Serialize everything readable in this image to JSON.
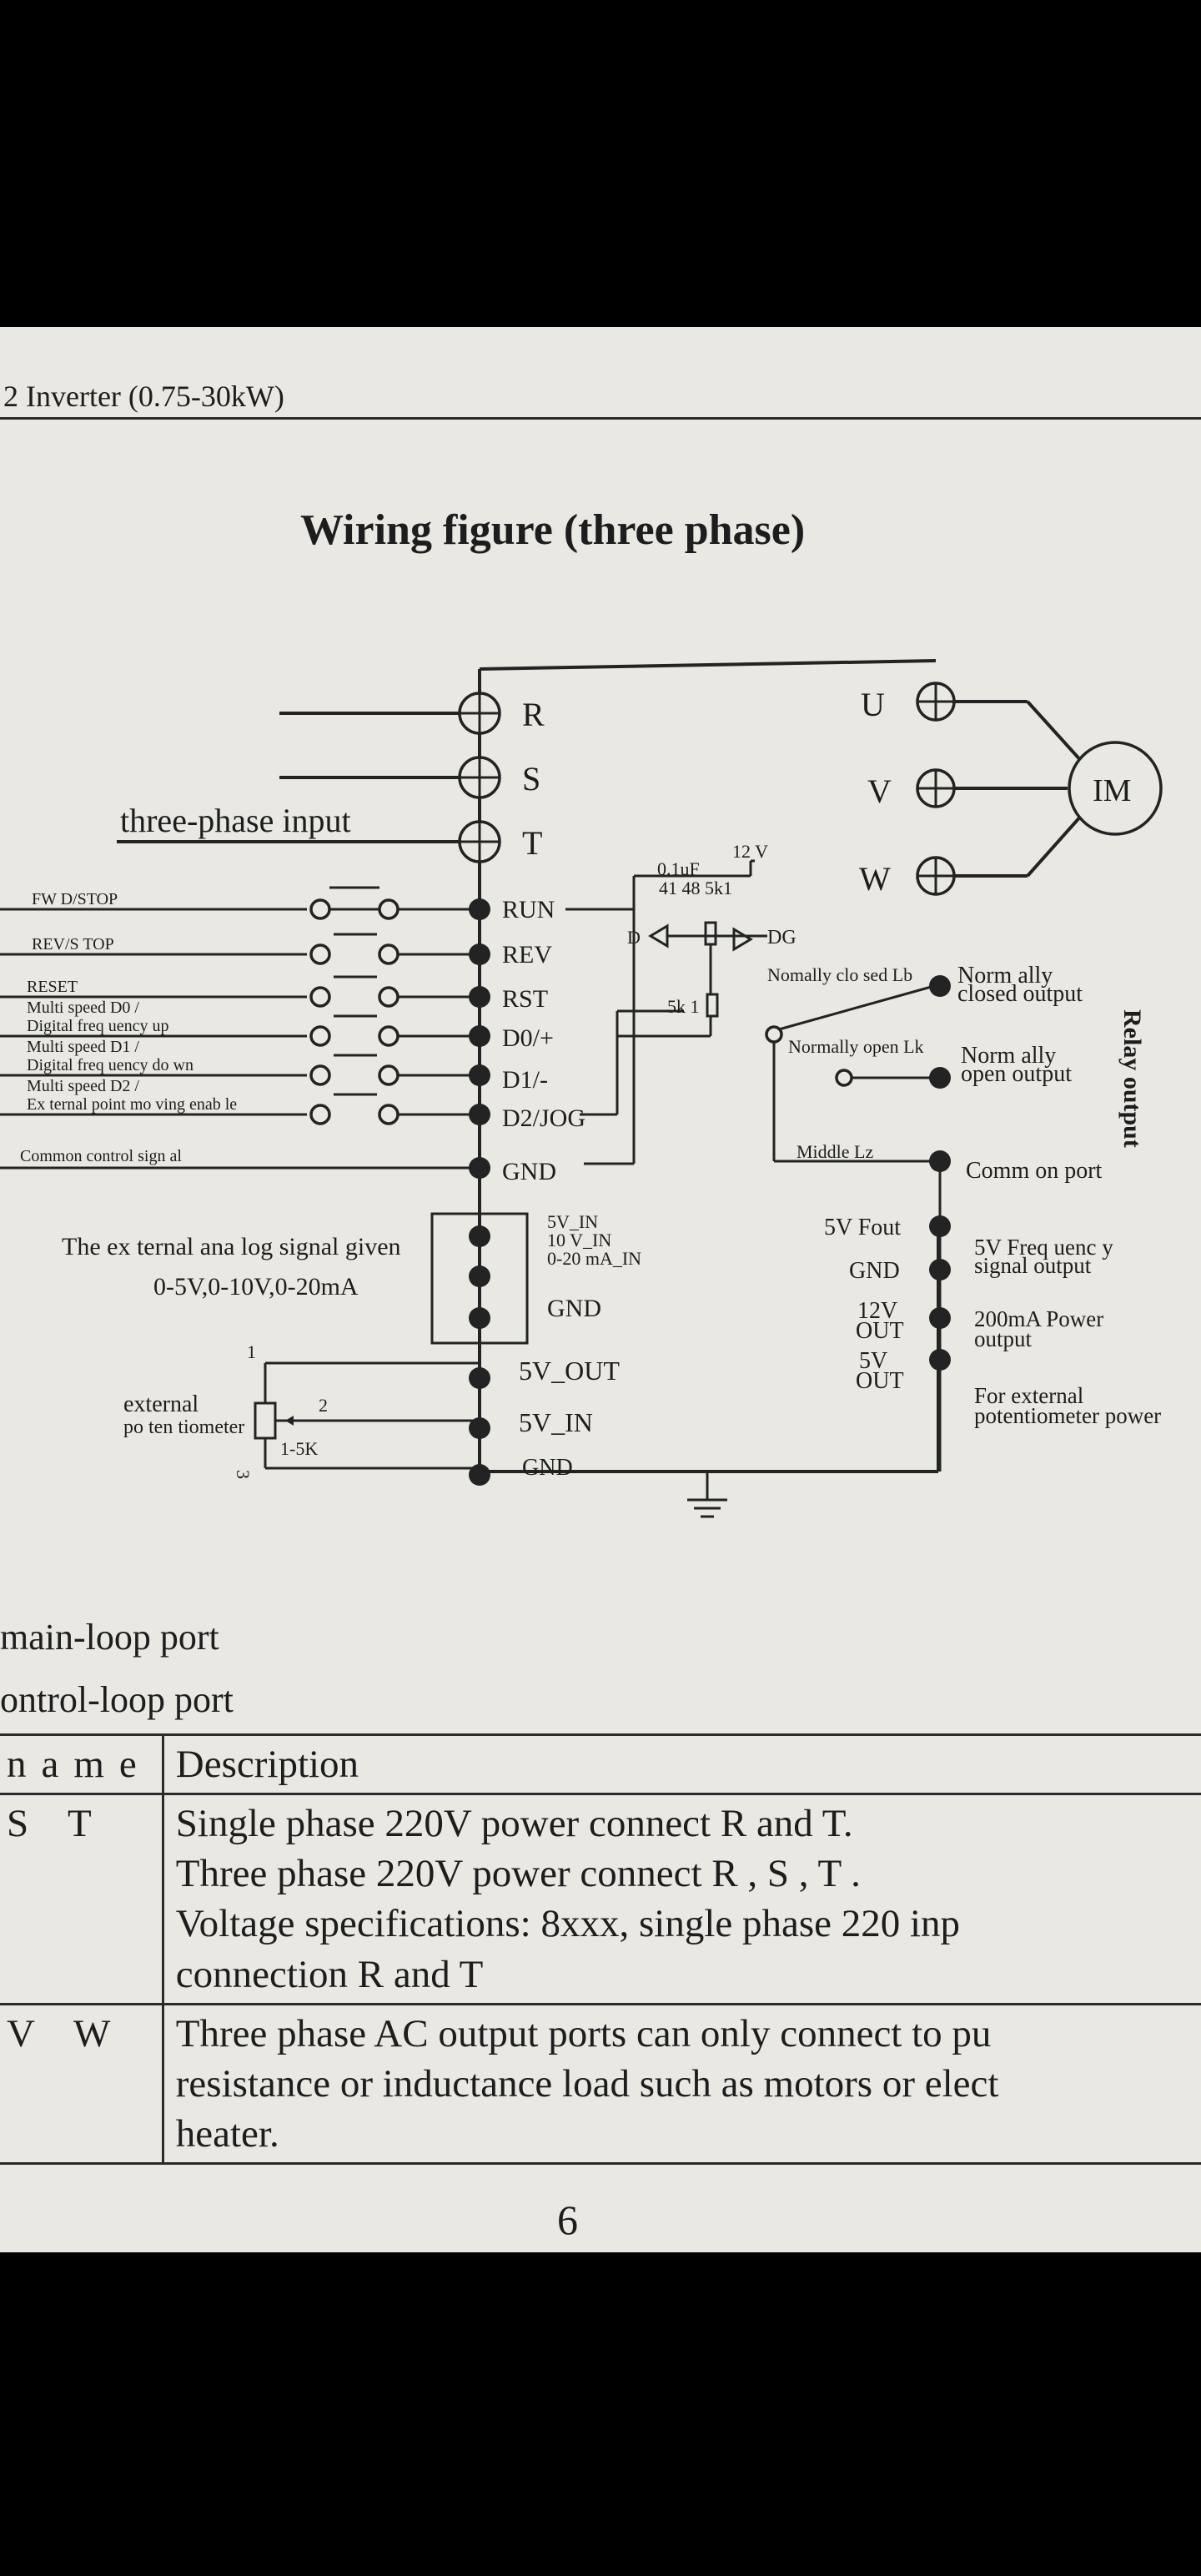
{
  "page": {
    "header": "2 Inverter (0.75-30kW)",
    "number": "6"
  },
  "diagram": {
    "title": "Wiring figure (three phase)",
    "input_label": "three-phase input",
    "inputs": [
      "R",
      "S",
      "T"
    ],
    "outputs": [
      "U",
      "V",
      "W"
    ],
    "motor": "IM",
    "control_labels": {
      "fwd": "FW D/STOP",
      "rev": "REV/S TOP",
      "reset": "RESET",
      "d0_a": "Multi speed D0 /",
      "d0_b": "Digital freq uency  up",
      "d1_a": "Multi speed D1 /",
      "d1_b": "Digital freq uency  do wn",
      "d2_a": "Multi speed D2 /",
      "d2_b": "Ex ternal point mo ving enab le",
      "common": "Common control sign al"
    },
    "control_terminals": [
      "RUN",
      "REV",
      "RST",
      "D0/+",
      "D1/-",
      "D2/JOG",
      "GND"
    ],
    "analog_label": "The ex ternal ana log signal given",
    "analog_range": "0-5V,0-10V,0-20mA",
    "analog_terminals": [
      "5V_IN",
      "10 V_IN",
      "0-20 mA_IN",
      "GND"
    ],
    "pot_label_a": "external",
    "pot_label_b": "po ten tiometer",
    "pot_range": "1-5K",
    "pot_pins": [
      "1",
      "2",
      "3"
    ],
    "pot_terminals": [
      "5V_OUT",
      "5V_IN",
      "GND"
    ],
    "circuit": {
      "cap": "0.1uF",
      "v12": "12 V",
      "diode": "41 48 5k1",
      "d": "D",
      "dg": "DG",
      "r5k1": "5k 1"
    },
    "relay_contacts": {
      "closed": "Nomally clo sed Lb",
      "open": "Normally open Lk",
      "middle": "Middle Lz"
    },
    "relay_outputs": {
      "nc_a": "Norm ally",
      "nc_b": "closed output",
      "no_a": "Norm ally",
      "no_b": "open output",
      "common": "Comm on port",
      "side": "Relay output"
    },
    "right_terms": {
      "fout": "5V Fout",
      "gnd": "GND",
      "v12a": "12V",
      "v12b": "OUT",
      "v5a": "5V",
      "v5b": "OUT"
    },
    "right_desc": {
      "freq_a": "5V Freq uenc y",
      "freq_b": "signal output",
      "pwr_a": "200mA Power",
      "pwr_b": "output",
      "ext_a": "For external",
      "ext_b": "potentiometer power"
    }
  },
  "sections": {
    "main_loop": "main-loop port",
    "control_loop": "ontrol-loop port"
  },
  "port_table": {
    "headers": [
      "name",
      "Description"
    ],
    "rows": [
      {
        "name": "S  T",
        "lines": [
          "Single phase 220V power connect R and T.",
          "Three phase 220V power connect   R , S , T .",
          "Voltage  specifications:  8xxx,  single  phase  220  inp",
          "connection R and T"
        ]
      },
      {
        "name": "V  W",
        "lines": [
          "Three phase AC output ports can only connect to pu",
          "resistance or inductance load such as motors or elect",
          "heater."
        ]
      }
    ]
  }
}
